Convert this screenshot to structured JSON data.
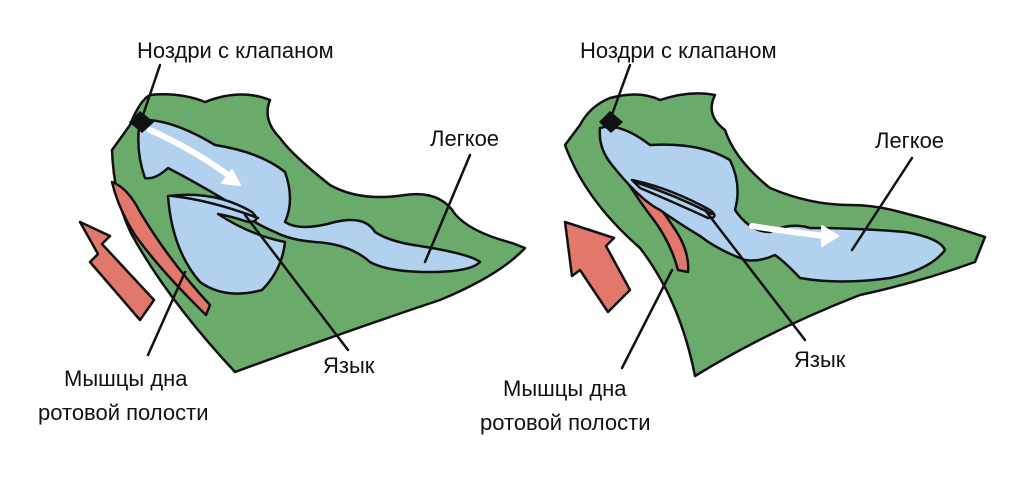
{
  "colors": {
    "head": "#6aaa6a",
    "cavity": "#b1d1ee",
    "muscle": "#e2786c",
    "outline": "#111111",
    "arrow_white": "#ffffff"
  },
  "panels": [
    {
      "nostril_label": "Ноздри с клапаном",
      "lung_label": "Легкое",
      "tongue_label": "Язык",
      "muscle_label_line1": "Мышцы дна",
      "muscle_label_line2": "ротовой полости"
    },
    {
      "nostril_label": "Ноздри с клапаном",
      "lung_label": "Легкое",
      "tongue_label": "Язык",
      "muscle_label_line1": "Мышцы дна",
      "muscle_label_line2": "ротовой полости"
    }
  ]
}
